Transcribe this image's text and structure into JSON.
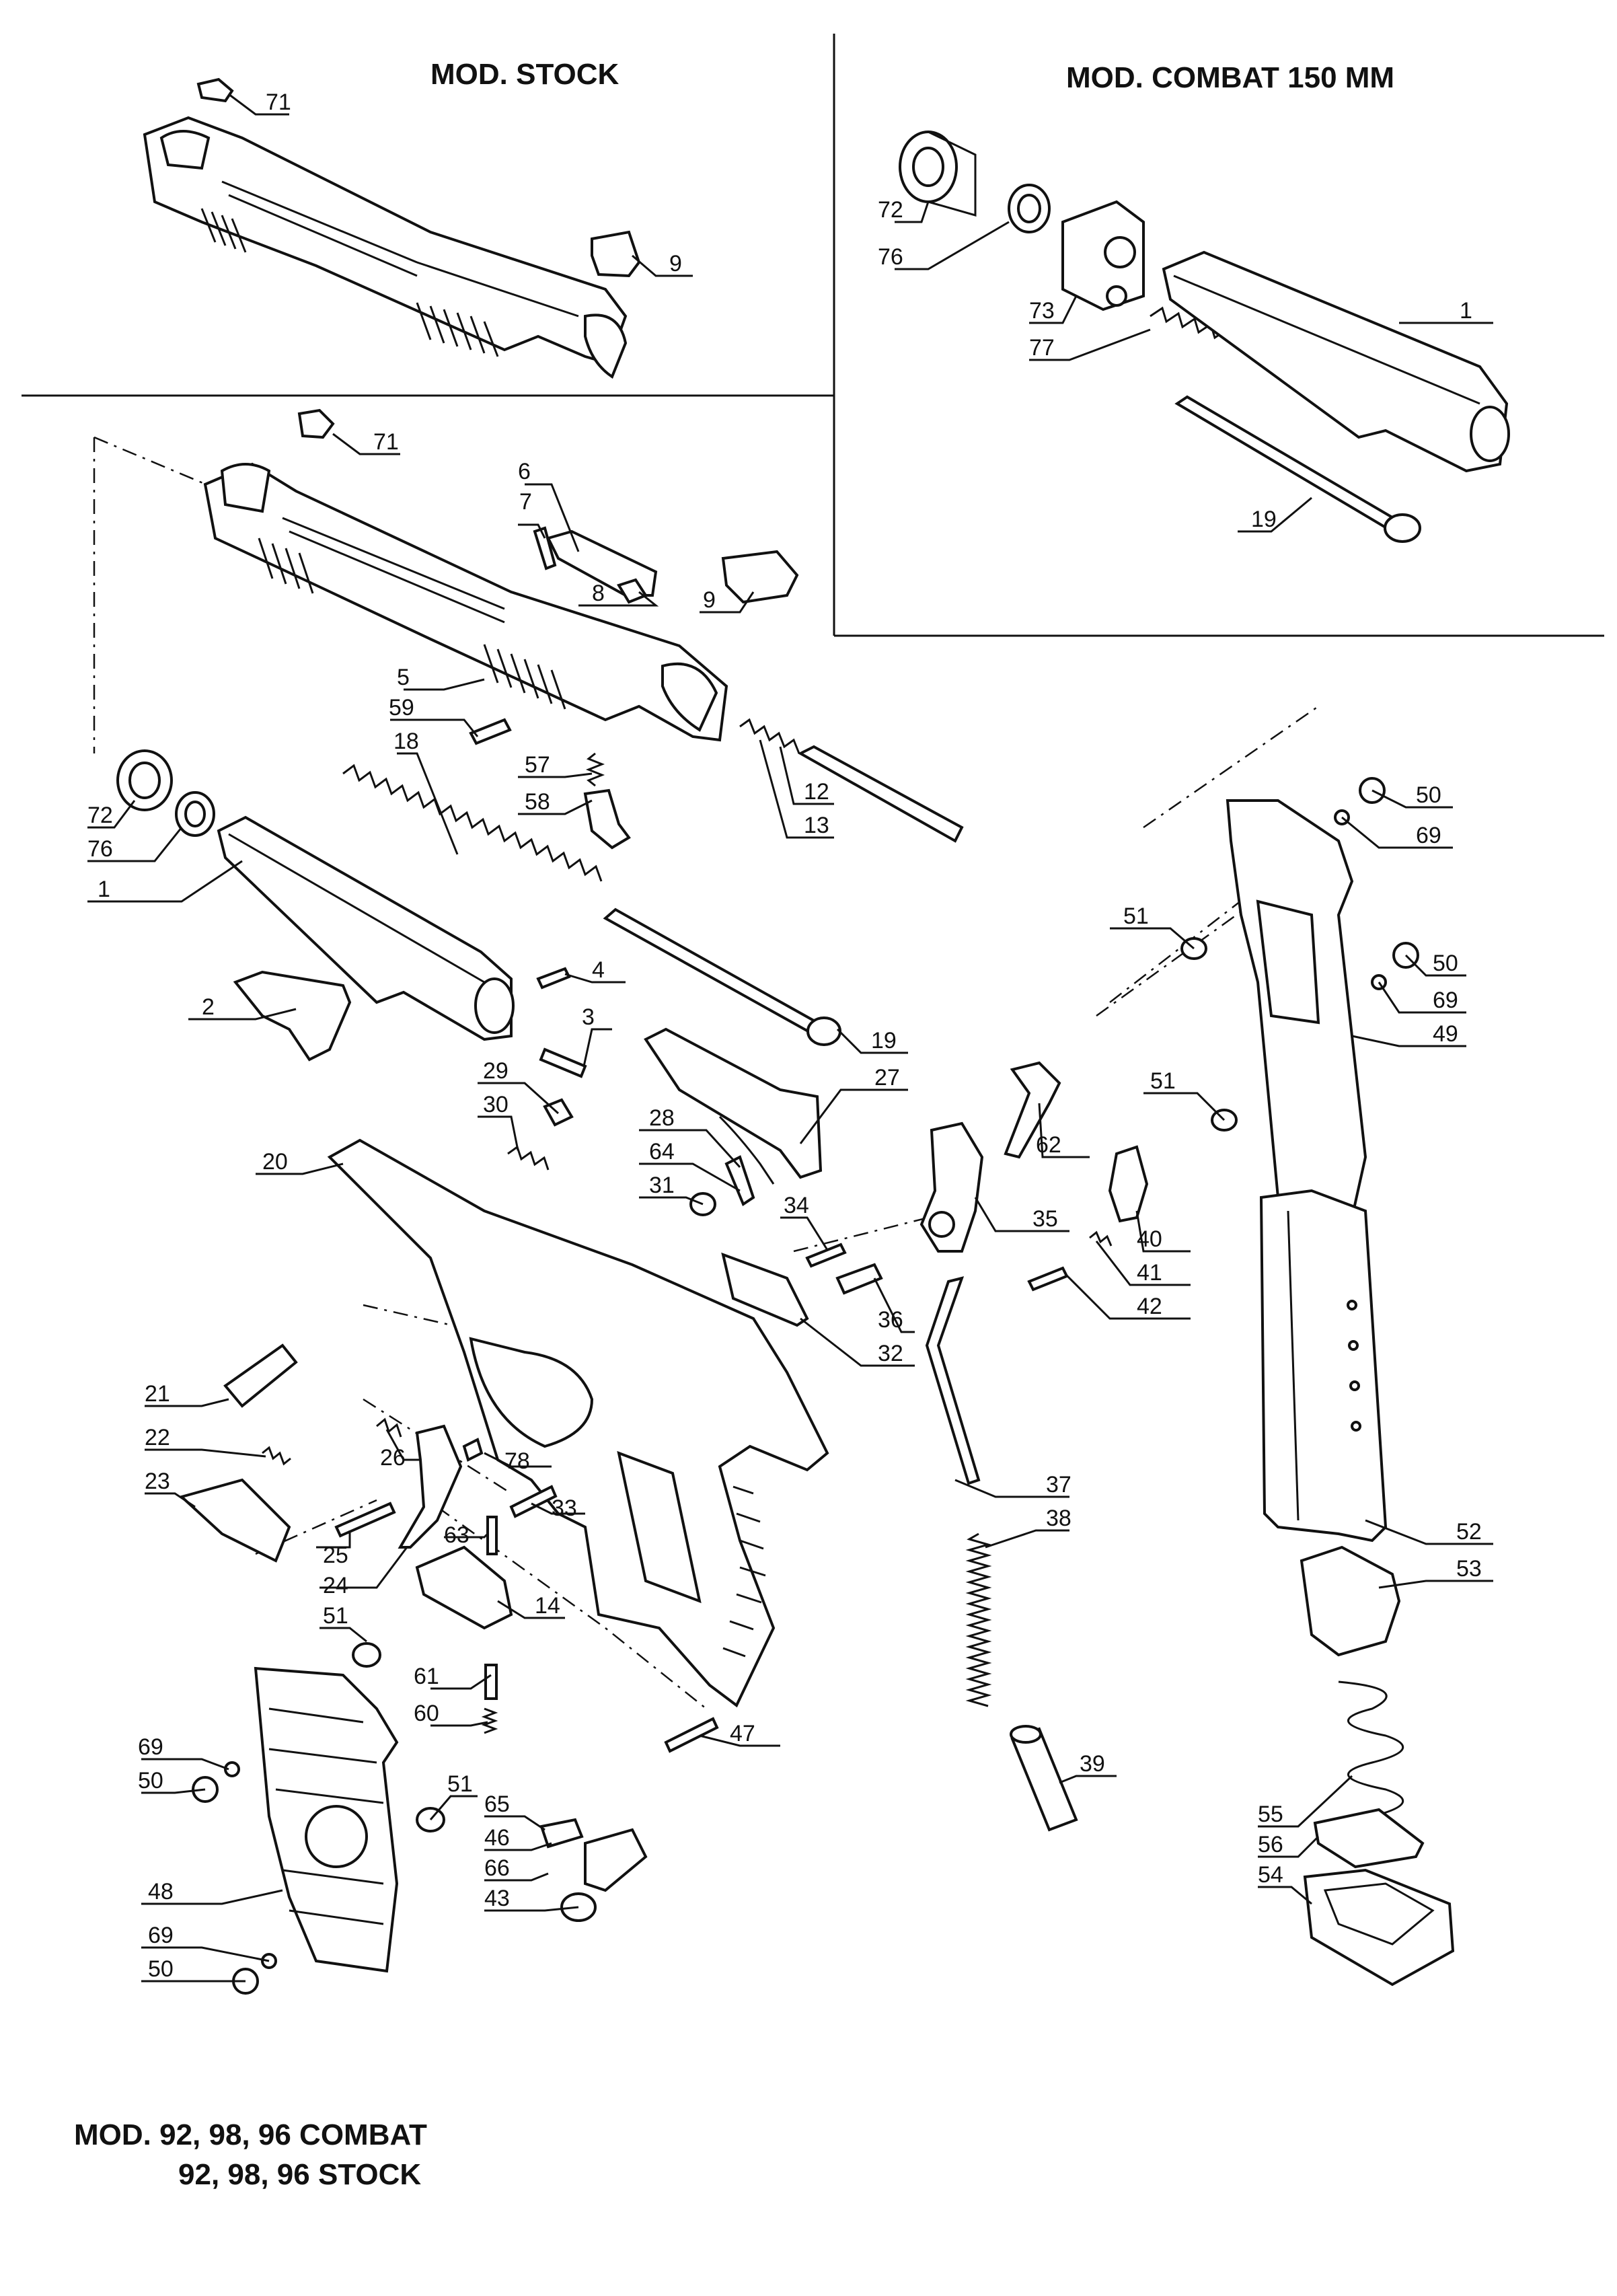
{
  "titles": {
    "stock": "MOD. STOCK",
    "combat": "MOD. COMBAT 150 MM",
    "models_line1": "MOD. 92, 98, 96 COMBAT",
    "models_line2": "92, 98, 96 STOCK"
  },
  "callouts": {
    "c71a": "71",
    "c9a": "9",
    "c72a": "72",
    "c76a": "76",
    "c73": "73",
    "c77": "77",
    "c1a": "1",
    "c19a": "19",
    "c71b": "71",
    "c6": "6",
    "c7": "7",
    "c8": "8",
    "c9b": "9",
    "c5": "5",
    "c59": "59",
    "c18": "18",
    "c57": "57",
    "c58": "58",
    "c12": "12",
    "c13": "13",
    "c72b": "72",
    "c76b": "76",
    "c1b": "1",
    "c4": "4",
    "c2": "2",
    "c3": "3",
    "c19b": "19",
    "c29": "29",
    "c30": "30",
    "c28": "28",
    "c27": "27",
    "c64": "64",
    "c31": "31",
    "c20": "20",
    "c34": "34",
    "c62": "62",
    "c35": "35",
    "c36": "36",
    "c32": "32",
    "c40": "40",
    "c41": "41",
    "c42": "42",
    "c50a": "50",
    "c69a": "69",
    "c51a": "51",
    "c50b": "50",
    "c69b": "69",
    "c49": "49",
    "c51b": "51",
    "c21": "21",
    "c22": "22",
    "c23": "23",
    "c26": "26",
    "c78": "78",
    "c33": "33",
    "c25": "25",
    "c63": "63",
    "c24": "24",
    "c14": "14",
    "c51c": "51",
    "c37": "37",
    "c38": "38",
    "c52": "52",
    "c53": "53",
    "c61": "61",
    "c60": "60",
    "c47": "47",
    "c39": "39",
    "c69c": "69",
    "c50c": "50",
    "c51d": "51",
    "c65": "65",
    "c46": "46",
    "c66": "66",
    "c43": "43",
    "c48": "48",
    "c69d": "69",
    "c50d": "50",
    "c55": "55",
    "c56": "56",
    "c54": "54"
  }
}
